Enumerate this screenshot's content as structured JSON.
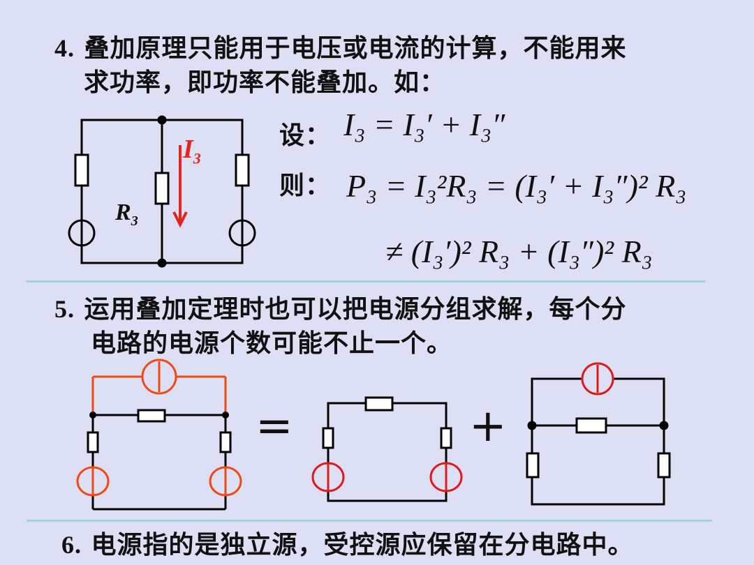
{
  "point4": {
    "number": "4.",
    "line1": "叠加原理只能用于电压或电流的计算，不能用来",
    "line2": "求功率，即功率不能叠加。如："
  },
  "formulas": {
    "set_label": "设：",
    "then_label": "则：",
    "eq1": "I₃ = I₃′ + I₃″",
    "eq2": "P₃ = I₃²R₃ = (I₃′ + I₃″)² R₃",
    "eq3": "≠ (I₃′)² R₃ + (I₃″)² R₃"
  },
  "circuit1": {
    "current_label": "I",
    "current_sub": "3",
    "resistor_label": "R",
    "resistor_sub": "3",
    "accent_color": "#e8231c"
  },
  "point5": {
    "number": "5.",
    "line1": "运用叠加定理时也可以把电源分组求解，每个分",
    "line2": "电路的电源个数可能不止一个。"
  },
  "operators": {
    "equals": "=",
    "plus": "+"
  },
  "point6": {
    "number": "6.",
    "text": "电源指的是独立源，受控源应保留在分电路中。"
  },
  "colors": {
    "background": "#dddff5",
    "divider": "#9fd3dd",
    "source_orange": "#f04a14",
    "source_red": "#e01a1a"
  }
}
